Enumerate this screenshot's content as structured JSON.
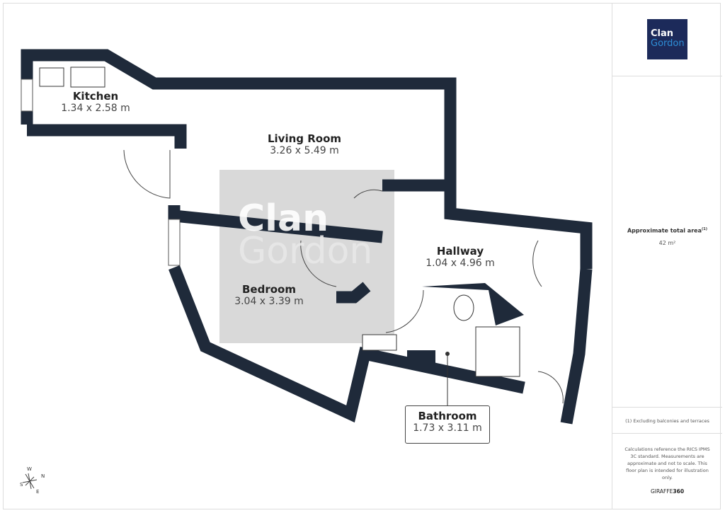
{
  "logo": {
    "line1": "Clan",
    "line2": "Gordon"
  },
  "area": {
    "label": "Approximate total area",
    "footnote_mark": "(1)",
    "value": "42 m²"
  },
  "footnote": "(1) Excluding balconies and terraces",
  "disclaimer": "Calculations reference the RICS IPMS 3C standard. Measurements are approximate and not to scale. This floor plan is intended for illustration only.",
  "brand": {
    "a": "GIRAFFE",
    "b": "360"
  },
  "watermark": {
    "line1": "Clan",
    "line2": "Gordon"
  },
  "rooms": [
    {
      "name": "Kitchen",
      "dims": "1.34 x 2.58 m"
    },
    {
      "name": "Living Room",
      "dims": "3.26 x 5.49 m"
    },
    {
      "name": "Hallway",
      "dims": "1.04 x 4.96 m"
    },
    {
      "name": "Bedroom",
      "dims": "3.04 x 3.39 m"
    },
    {
      "name": "Bathroom",
      "dims": "1.73 x 3.11 m"
    }
  ],
  "compass": {
    "n": "N",
    "e": "E",
    "s": "S",
    "w": "W"
  },
  "colors": {
    "wall": "#1f2a3a",
    "logo_bg": "#1c2a5a",
    "logo_accent": "#2e8fd8"
  }
}
